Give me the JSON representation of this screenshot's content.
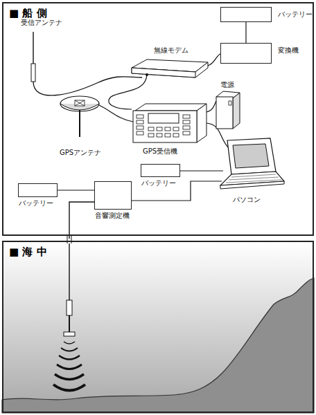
{
  "diagram": {
    "nodes": [
      {
        "text": [
          "■ 船 側"
        ]
      },
      {
        "text": [
          "■ 海 中"
        ]
      },
      {
        "text": [
          "バッテリー"
        ],
        "in": 0
      },
      {
        "text": [
          "変換機"
        ],
        "in": 0
      },
      {
        "text": [
          "バッテリー"
        ],
        "in": 0
      },
      {
        "text": [
          "バッテリー"
        ],
        "in": 0
      },
      {
        "text": [
          "音響測定機"
        ],
        "in": 0
      }
    ],
    "edges": [
      {
        "from": 2,
        "to": 3,
        "arrow": "none"
      },
      {
        "from": 5,
        "to": 6,
        "arrow": "none"
      }
    ],
    "labels": [
      "受信アンテナ",
      "無線モデム",
      "電源",
      "GPSアンテナ",
      "GPS受信機",
      "パソコン"
    ]
  }
}
